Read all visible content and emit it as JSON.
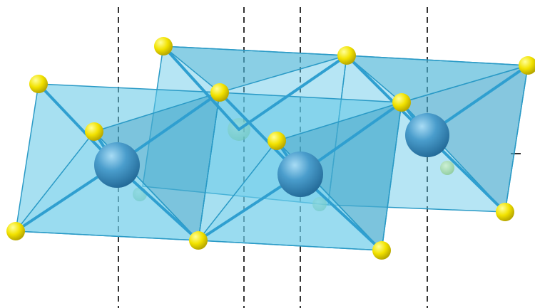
{
  "figure": {
    "kind": "edge-sharing octahedral chain (crystal structure)",
    "colors": {
      "background": "#ffffff",
      "octahedron_face": "#5ec6e6",
      "octahedron_face_dark": "#3aa6c8",
      "octahedron_edge": "#2a9ac6",
      "bond": "#2f9fd0",
      "anion": "#f2e200",
      "anion_highlight": "#ffff88",
      "cation": "#3f8fbf",
      "cation_highlight": "#9fd3f0",
      "hidden_atom": "#8fd08a",
      "dashed_axis": "#333333"
    },
    "atom_types": [
      "anion-atom",
      "cation-atom"
    ]
  }
}
